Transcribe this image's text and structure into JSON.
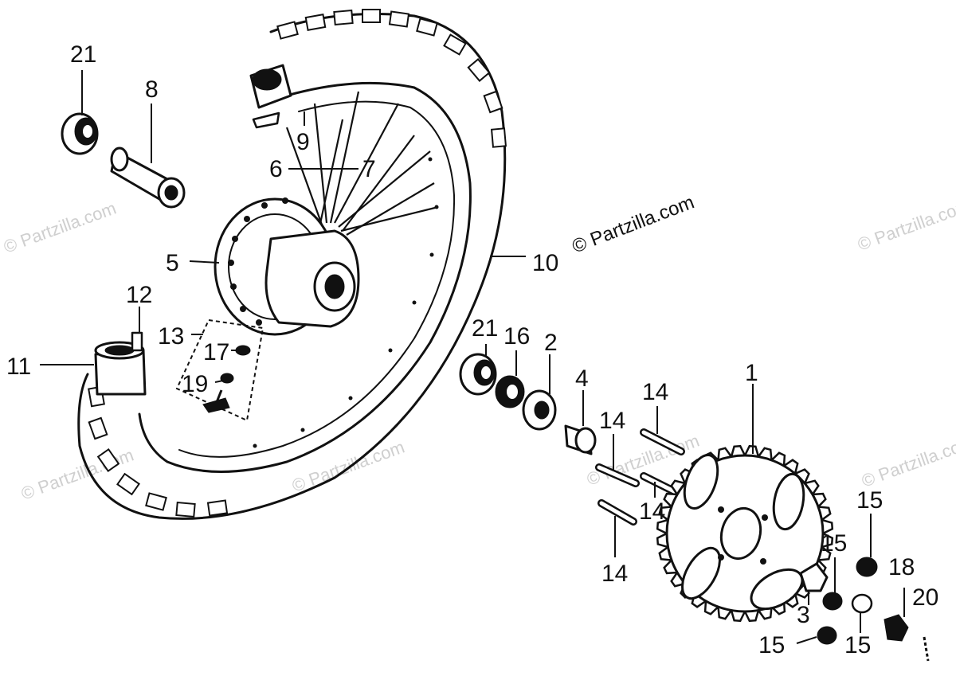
{
  "watermarks": {
    "center": "© Partzilla.com",
    "faint": "© Partzilla.com"
  },
  "callouts": [
    {
      "id": "c-21-top",
      "label": "21"
    },
    {
      "id": "c-8",
      "label": "8"
    },
    {
      "id": "c-9",
      "label": "9"
    },
    {
      "id": "c-6",
      "label": "6"
    },
    {
      "id": "c-7",
      "label": "7"
    },
    {
      "id": "c-5",
      "label": "5"
    },
    {
      "id": "c-10",
      "label": "10"
    },
    {
      "id": "c-12",
      "label": "12"
    },
    {
      "id": "c-13",
      "label": "13"
    },
    {
      "id": "c-17",
      "label": "17"
    },
    {
      "id": "c-11",
      "label": "11"
    },
    {
      "id": "c-19",
      "label": "19"
    },
    {
      "id": "c-21-mid",
      "label": "21"
    },
    {
      "id": "c-16",
      "label": "16"
    },
    {
      "id": "c-2",
      "label": "2"
    },
    {
      "id": "c-4",
      "label": "4"
    },
    {
      "id": "c-14-a",
      "label": "14"
    },
    {
      "id": "c-14-b",
      "label": "14"
    },
    {
      "id": "c-1",
      "label": "1"
    },
    {
      "id": "c-14-c",
      "label": "14"
    },
    {
      "id": "c-14-d",
      "label": "14"
    },
    {
      "id": "c-15-a",
      "label": "15"
    },
    {
      "id": "c-15-b",
      "label": "15"
    },
    {
      "id": "c-18",
      "label": "18"
    },
    {
      "id": "c-3",
      "label": "3"
    },
    {
      "id": "c-20",
      "label": "20"
    },
    {
      "id": "c-15-c",
      "label": "15"
    },
    {
      "id": "c-15-d",
      "label": "15"
    }
  ]
}
